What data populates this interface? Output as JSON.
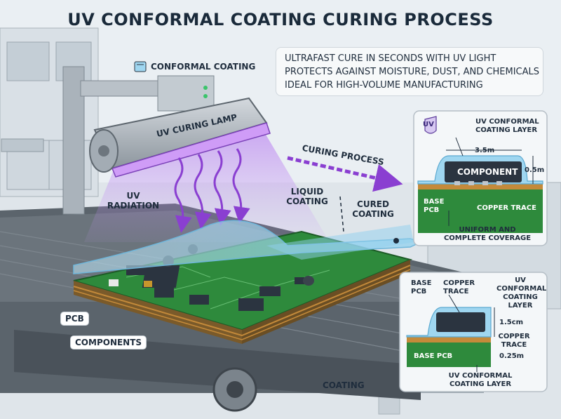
{
  "title": "UV CONFORMAL COATING CURING PROCESS",
  "benefits": [
    "ULTRAFAST CURE IN SECONDS WITH UV LIGHT",
    "PROTECTS AGAINST MOISTURE, DUST, AND CHEMICALS",
    "IDEAL FOR HIGH-VOLUME MANUFACTURING"
  ],
  "labels": {
    "conformal_coating": "CONFORMAL COATING",
    "lamp": "UV CURING LAMP",
    "uv_radiation": [
      "UV",
      "RADIATION"
    ],
    "curing_process": "CURING PROCESS",
    "liquid_coating": [
      "LIQUID",
      "COATING"
    ],
    "cured_coating": [
      "CURED",
      "COATING"
    ],
    "pcb": "PCB",
    "components": "COMPONENTS",
    "coating": "COATING"
  },
  "detail_top": {
    "badge": "UV",
    "layer": [
      "UV CONFORMAL",
      "COATING LAYER"
    ],
    "width_dim": "3.5m",
    "height_dim": "0.5m",
    "component": "COMPONENT",
    "base_pcb": [
      "BASE",
      "PCB"
    ],
    "copper_trace": "COPPER TRACE",
    "coverage": [
      "UNIFORM AND",
      "COMPLETE COVERAGE"
    ]
  },
  "detail_bottom": {
    "base_pcb_top": [
      "BASE",
      "PCB"
    ],
    "copper_trace_top": [
      "COPPER",
      "TRACE"
    ],
    "layer_right": [
      "UV",
      "CONFORMAL",
      "COATING",
      "LAYER"
    ],
    "dim_1": "1.5cm",
    "copper_trace_right": [
      "COPPER",
      "TRACE"
    ],
    "dim_2": "0.25m",
    "base_pcb": "BASE PCB",
    "layer_bottom": [
      "UV CONFORMAL",
      "COATING LAYER"
    ]
  },
  "colors": {
    "pcb": "#2e8a3c",
    "uv": "#8a3fd1",
    "coating": "#9fd6f0",
    "copper": "#c48a3a",
    "component": "#2b3440"
  }
}
